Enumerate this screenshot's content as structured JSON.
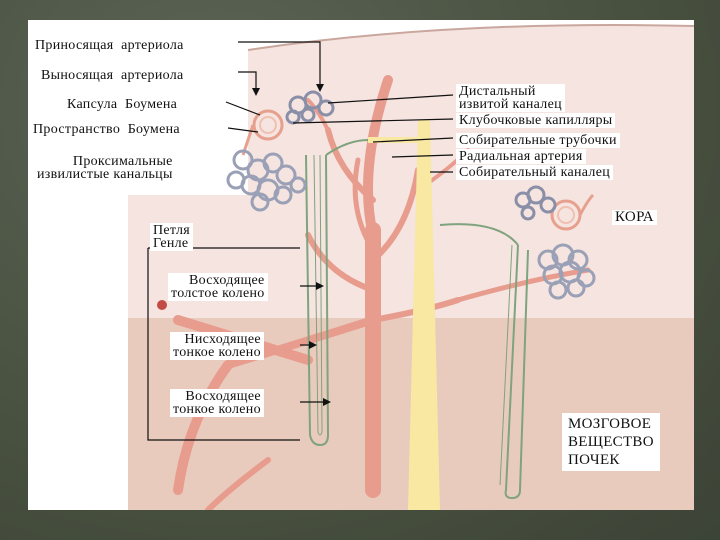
{
  "labels": {
    "afferent_arteriole": "Приносящая  артериола",
    "efferent_arteriole": "Выносящая  артериола",
    "bowman_capsule": "Капсула  Боумена",
    "bowman_space": "Пространство  Боумена",
    "proximal_tubules": "Проксимальные\nизвилистые канальцы",
    "distal_tubule": "Дистальный\nизвитой каналец",
    "glomerular_capillaries": "Клубочковые капилляры",
    "collecting_tubules": "Собирательные трубочки",
    "radial_artery": "Радиальная артерия",
    "collecting_duct": "Собирательный каналец",
    "loop_of_henle": "Петля\nГенле",
    "ascending_thick": "Восходящее\nтолстое колено",
    "descending_thin": "Нисходящее\nтонкое колено",
    "ascending_thin": "Восходящее\nтонкое колено",
    "cortex": "КОРА",
    "medulla": "МОЗГОВОЕ\nВЕЩЕСТВО\nПОЧЕК"
  },
  "colors": {
    "frame": "#4a5246",
    "cortex": "#f5e4df",
    "medulla": "#e9cbbd",
    "vessel": "#e79c8e",
    "collecting_duct": "#f8e8a2",
    "tubule": "#7fa37d"
  }
}
